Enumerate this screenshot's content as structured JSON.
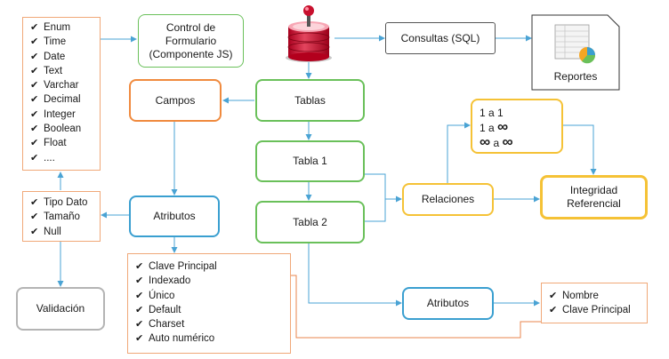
{
  "data_types": [
    "Enum",
    "Time",
    "Date",
    "Text",
    "Varchar",
    "Decimal",
    "Integer",
    "Boolean",
    "Float",
    "...."
  ],
  "control": {
    "line1": "Control de",
    "line2": "Formulario",
    "line3": "(Componente JS)"
  },
  "consultas": "Consultas (SQL)",
  "reportes": "Reportes",
  "campos": "Campos",
  "tablas": "Tablas",
  "tabla1": "Tabla 1",
  "tabla2": "Tabla 2",
  "field_props": [
    "Tipo Dato",
    "Tamaño",
    "Null"
  ],
  "atributos_campos": "Atributos",
  "validacion": "Validación",
  "constraints": [
    "Clave Principal",
    "Indexado",
    "Único",
    "Default",
    "Charset",
    "Auto numérico"
  ],
  "cardinalidad": {
    "line1": "1 a 1",
    "line2a": "1 a",
    "line3b": "a"
  },
  "relaciones": "Relaciones",
  "integridad": {
    "line1": "Integridad",
    "line2": "Referencial"
  },
  "atributos_tabla": "Atributos",
  "table_props": [
    "Nombre",
    "Clave Principal"
  ],
  "colors": {
    "green": "#6ac05a",
    "blue": "#3a9fd0",
    "orange": "#f08a3e",
    "yellow": "#f5c236",
    "gray": "#b4b4b4",
    "wire_blue": "#4aa3d4",
    "wire_orange": "#e8864e"
  },
  "icons": [
    "check-icon",
    "database-icon",
    "report-sheet-icon",
    "infinity-icon",
    "arrow-icon"
  ]
}
